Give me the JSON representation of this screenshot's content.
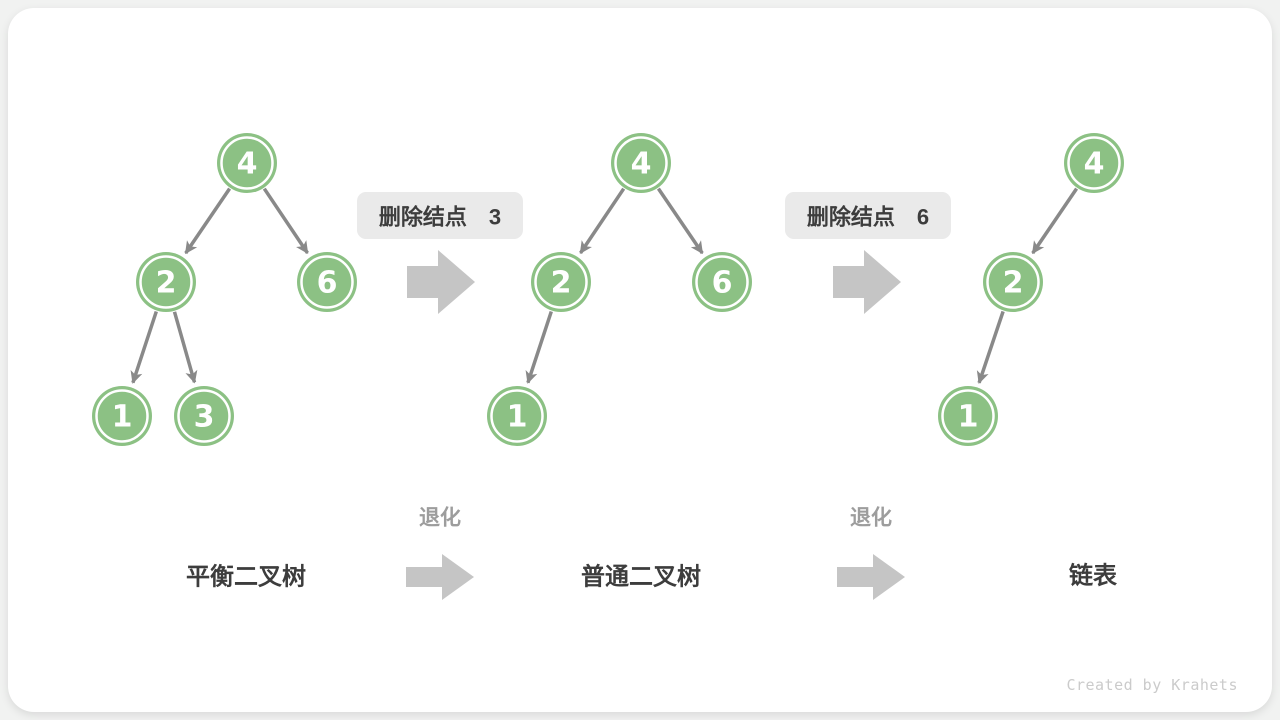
{
  "colors": {
    "background": "#f1f2f1",
    "card": "#ffffff",
    "node_fill": "#8cc184",
    "node_ring": "#ffffff",
    "node_text": "#ffffff",
    "edge": "#898989",
    "block_arrow": "#c5c5c5",
    "badge_bg": "#eaeaea",
    "badge_text": "#3d3d3d",
    "caption_text": "#3d3d3d",
    "muted_text": "#9d9d9d",
    "watermark": "#cbcbcb"
  },
  "trees": [
    {
      "caption": "平衡二叉树",
      "nodes": [
        {
          "label": "4"
        },
        {
          "label": "2"
        },
        {
          "label": "6"
        },
        {
          "label": "1"
        },
        {
          "label": "3"
        }
      ],
      "edges": [
        [
          "4",
          "2"
        ],
        [
          "4",
          "6"
        ],
        [
          "2",
          "1"
        ],
        [
          "2",
          "3"
        ]
      ]
    },
    {
      "caption": "普通二叉树",
      "nodes": [
        {
          "label": "4"
        },
        {
          "label": "2"
        },
        {
          "label": "6"
        },
        {
          "label": "1"
        }
      ],
      "edges": [
        [
          "4",
          "2"
        ],
        [
          "4",
          "6"
        ],
        [
          "2",
          "1"
        ]
      ]
    },
    {
      "caption": "链表",
      "nodes": [
        {
          "label": "4"
        },
        {
          "label": "2"
        },
        {
          "label": "1"
        }
      ],
      "edges": [
        [
          "4",
          "2"
        ],
        [
          "2",
          "1"
        ]
      ]
    }
  ],
  "steps": [
    {
      "badge": "删除结点 3",
      "transition": "退化"
    },
    {
      "badge": "删除结点 6",
      "transition": "退化"
    }
  ],
  "watermark": "Created by Krahets"
}
